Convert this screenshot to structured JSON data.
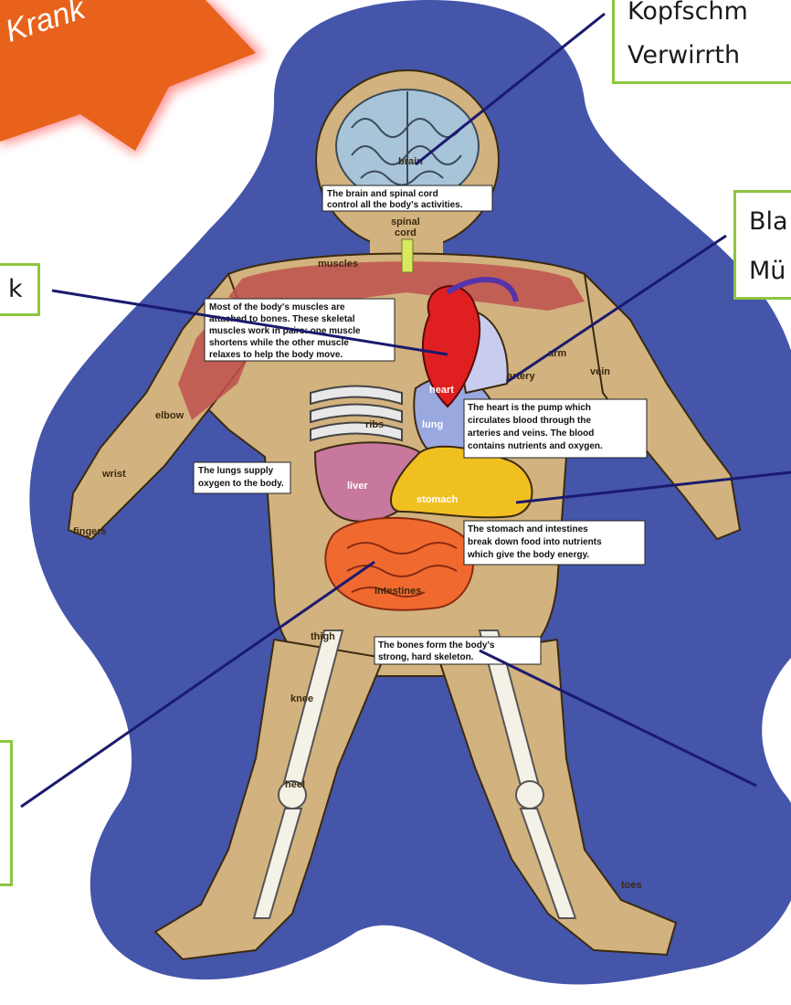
{
  "star_text": "Krank",
  "callouts": {
    "top_right_line1": "Kopfschm",
    "top_right_line2": "Verwirrth",
    "mid_right_line1": "Bla",
    "mid_right_line2": "Mü",
    "left_upper": "k",
    "left_lower": ""
  },
  "organ_labels": {
    "brain": "brain",
    "spinal_cord_1": "spinal",
    "spinal_cord_2": "cord",
    "muscles": "muscles",
    "heart": "heart",
    "lung": "lung",
    "ribs": "ribs",
    "liver": "liver",
    "stomach": "stomach",
    "intestines": "intestines",
    "artery": "artery",
    "arm": "arm",
    "vein": "vein",
    "elbow": "elbow",
    "wrist": "wrist",
    "fingers": "fingers",
    "thigh": "thigh",
    "knee": "knee",
    "heel": "heel",
    "toes": "toes"
  },
  "captions": {
    "brain_1": "The brain and spinal cord",
    "brain_2": "control all the body's activities.",
    "muscles_1": "Most of the body's muscles are",
    "muscles_2": "attached to bones. These skeletal",
    "muscles_3": "muscles work in pairs: one muscle",
    "muscles_4": "shortens while the other muscle",
    "muscles_5": "relaxes to help the body move.",
    "heart_1": "The heart is the pump which",
    "heart_2": "circulates blood through the",
    "heart_3": "arteries and veins. The blood",
    "heart_4": "contains nutrients and oxygen.",
    "lungs_1": "The lungs supply",
    "lungs_2": "oxygen to the body.",
    "stomach_1": "The stomach and intestines",
    "stomach_2": "break down food into nutrients",
    "stomach_3": "which give the body energy.",
    "bones_1": "The bones form the body's",
    "bones_2": "strong, hard skeleton."
  },
  "colors": {
    "blob": "#4455aa",
    "skin": "#d2b27e",
    "callout_border": "#8cc63f",
    "connector": "#1a1a6e",
    "star": "#e8621b"
  }
}
